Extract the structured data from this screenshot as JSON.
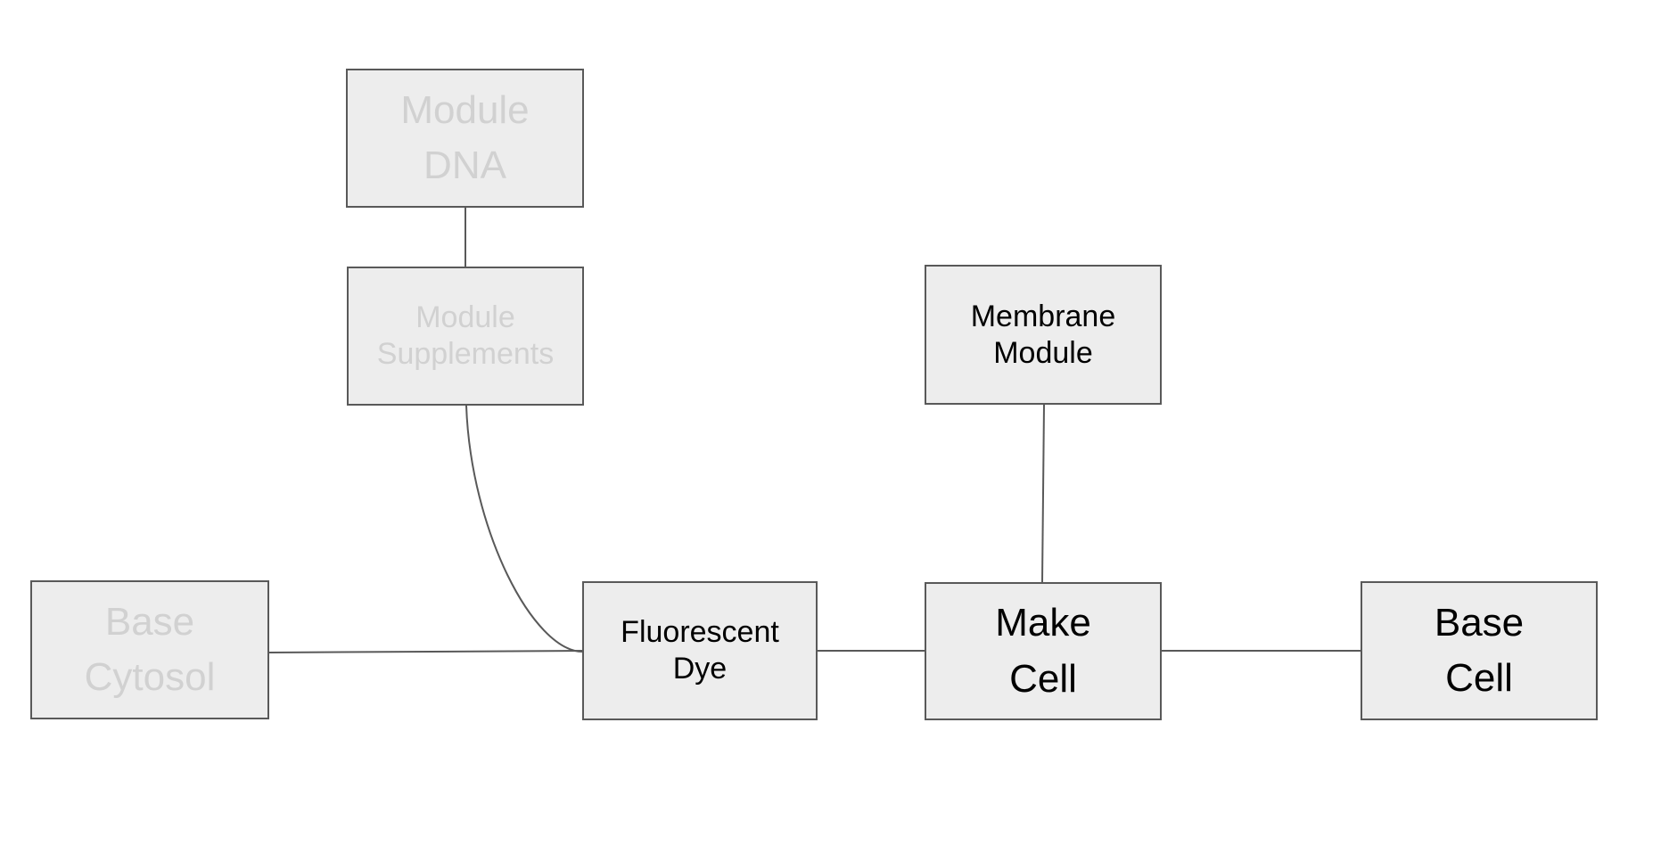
{
  "diagram": {
    "background_color": "#ffffff",
    "node_fill_color": "#ededed",
    "node_border_color": "#595959",
    "edge_color": "#595959",
    "dimmed_text_color": "#d1d1d1",
    "active_text_color": "#000000",
    "nodes": [
      {
        "id": "module-dna",
        "label": "Module\nDNA",
        "state": "dimmed",
        "text_size": "large"
      },
      {
        "id": "module-supplements",
        "label": "Module\nSupplements",
        "state": "dimmed",
        "text_size": "medium"
      },
      {
        "id": "membrane-module",
        "label": "Membrane\nModule",
        "state": "active",
        "text_size": "medium"
      },
      {
        "id": "base-cytosol",
        "label": "Base\nCytosol",
        "state": "dimmed",
        "text_size": "large"
      },
      {
        "id": "fluorescent-dye",
        "label": "Fluorescent\nDye",
        "state": "active",
        "text_size": "medium"
      },
      {
        "id": "make-cell",
        "label": "Make\nCell",
        "state": "active",
        "text_size": "large"
      },
      {
        "id": "base-cell",
        "label": "Base\nCell",
        "state": "active",
        "text_size": "large"
      }
    ],
    "edges": [
      {
        "from": "module-dna",
        "to": "module-supplements",
        "shape": "straight"
      },
      {
        "from": "module-supplements",
        "to": "fluorescent-dye",
        "shape": "curved"
      },
      {
        "from": "base-cytosol",
        "to": "fluorescent-dye",
        "shape": "straight"
      },
      {
        "from": "fluorescent-dye",
        "to": "make-cell",
        "shape": "straight"
      },
      {
        "from": "membrane-module",
        "to": "make-cell",
        "shape": "straight"
      },
      {
        "from": "make-cell",
        "to": "base-cell",
        "shape": "straight"
      }
    ]
  }
}
